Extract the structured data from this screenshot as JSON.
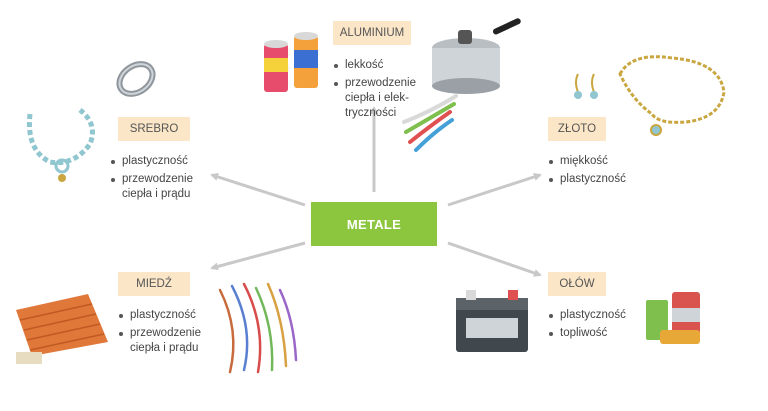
{
  "center": {
    "label": "METALE"
  },
  "metals": [
    {
      "name": "ALUMINIUM",
      "properties": [
        "lekkość",
        "przewodzenie ciepła i elek-trycz­ności"
      ]
    },
    {
      "name": "SREBRO",
      "properties": [
        "plastyczność",
        "przewodzenie ciepła i prądu"
      ]
    },
    {
      "name": "ZŁOTO",
      "properties": [
        "miękkość",
        "plastyczność"
      ]
    },
    {
      "name": "MIEDŹ",
      "properties": [
        "plastyczność",
        "przewodzenie ciepła i prądu"
      ]
    },
    {
      "name": "OŁÓW",
      "properties": [
        "plastyczność",
        "topliwość"
      ]
    }
  ],
  "colors": {
    "center": "#8cc63f",
    "label_bg": "#fbe6c8",
    "arrow": "#c8c8c8"
  },
  "icons": [
    "aluminium-cans-icon",
    "pressure-cooker-icon",
    "wires-icon",
    "silver-bracelet-icon",
    "silver-ring-icon",
    "gold-necklace-icon",
    "gold-earrings-icon",
    "roof-tiles-icon",
    "copper-wires-icon",
    "car-battery-icon",
    "batteries-icon"
  ]
}
